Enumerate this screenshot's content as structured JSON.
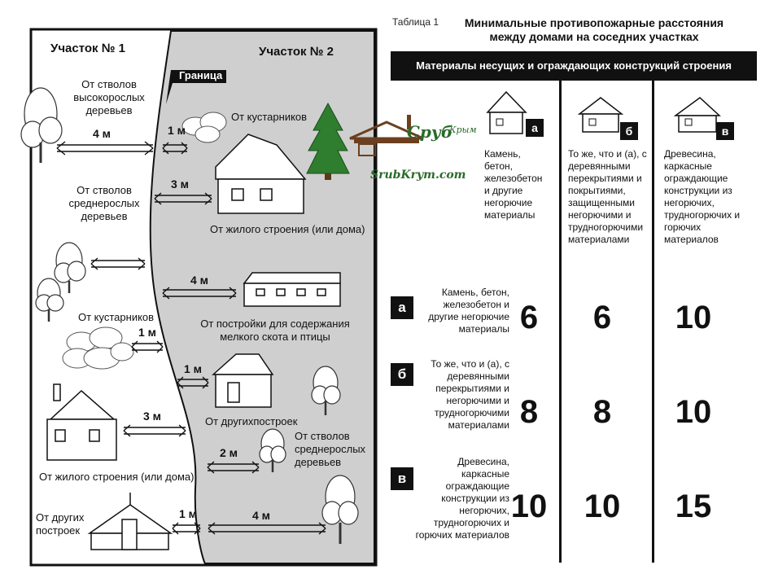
{
  "diagram": {
    "plot1": "Участок № 1",
    "plot2": "Участок № 2",
    "border": "Граница",
    "tall_trees": "От стволов высокорослых деревьев",
    "mid_trees_left": "От стволов среднерослых деревьев",
    "bushes_left": "От кустарников",
    "house_left": "От жилого строения (или дома)",
    "other_left": "От других построек",
    "bushes_right": "От кустарников",
    "house_right": "От жилого строения (или дома)",
    "livestock": "От постройки для содержания мелкого скота и птицы",
    "other_right": "От другихпостроек",
    "mid_trees_right": "От стволов среднерослых деревьев",
    "d_tall": "4 м",
    "d_bush_top": "1 м",
    "d_house_top": "3 м",
    "d_livestock": "4 м",
    "d_bush_left": "1 м",
    "d_other_top": "1 м",
    "d_house_left": "3 м",
    "d_mid_right": "2 м",
    "d_other_bottom": "1 м",
    "d_tall_right": "4 м"
  },
  "watermark": {
    "brand": "Сруб",
    "region": "Крым",
    "url": "SrubKrym.com"
  },
  "table": {
    "caption": "Таблица 1",
    "title": "Минимальные противопожарные расстояния между домами на соседних участках",
    "header": "Материалы несущих и ограждающих конструкций строения",
    "columns": [
      {
        "badge": "а",
        "text": "Камень, бетон, железобетон и другие негорючие материалы"
      },
      {
        "badge": "б",
        "text": "То же, что и (а), с деревянными перекрытиями и покрытиями, защищенными негорючими и трудногорючими материалами"
      },
      {
        "badge": "в",
        "text": "Древесина, каркасные ограждающие конструкции из негорючих, трудногорючих и горючих материалов"
      }
    ],
    "rows": [
      {
        "badge": "а",
        "text": "Камень, бетон, железобетон и другие негорючие материалы",
        "values": [
          "6",
          "6",
          "10"
        ]
      },
      {
        "badge": "б",
        "text": "То же, что и (а), с деревянными перекрытиями и негорючими и трудногорючими материалами",
        "values": [
          "8",
          "8",
          "10"
        ]
      },
      {
        "badge": "в",
        "text": "Древесина, каркасные ограждающие конструкции из негорючих, трудногорючих и горючих материалов",
        "values": [
          "10",
          "10",
          "15"
        ]
      }
    ]
  }
}
